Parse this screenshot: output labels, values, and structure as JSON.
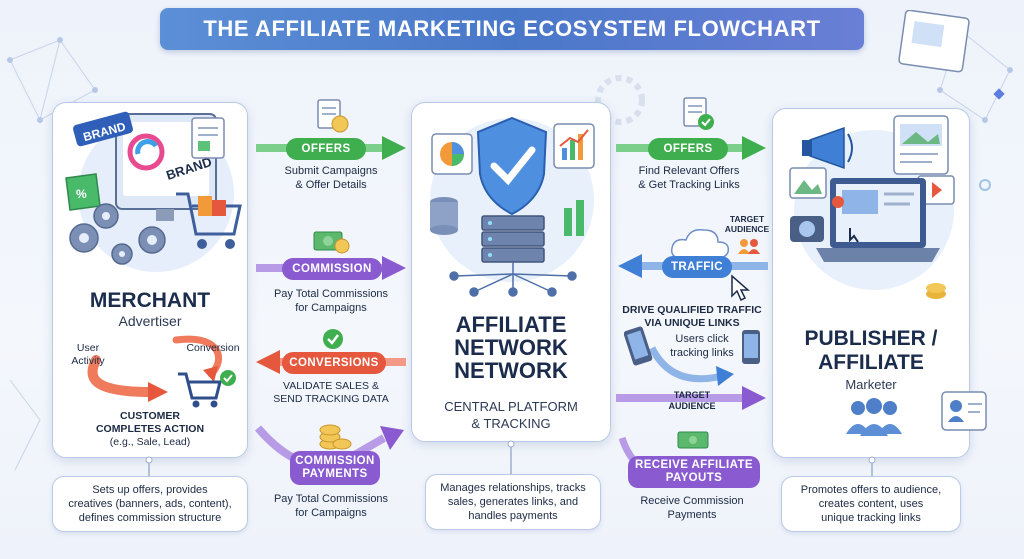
{
  "title": "THE AFFILIATE MARKETING ECOSYSTEM FLOWCHART",
  "merchant": {
    "name": "MERCHANT",
    "role": "Advertiser",
    "brand_label": "BRAND",
    "screen_label": "BRAND",
    "user_activity": "User\nActivity",
    "conversion": "Conversion",
    "completes": "CUSTOMER\nCOMPLETES ACTION",
    "completes_eg": "(e.g., Sale, Lead)",
    "note": "Sets up offers, provides\ncreatives (banners, ads, content),\ndefines commission structure"
  },
  "network": {
    "name": "AFFILIATE\nNETWORK\nNETWORK",
    "role": "CENTRAL PLATFORM\n& TRACKING",
    "note": "Manages relationships, tracks\nsales, generates links, and\nhandles payments"
  },
  "publisher": {
    "name": "PUBLISHER /\nAFFILIATE",
    "role": "Marketer",
    "note": "Promotes offers to audience,\ncreates content, uses\nunique tracking links"
  },
  "left_flows": {
    "offers_label": "OFFERS",
    "offers_caption": "Submit Campaigns\n& Offer Details",
    "commission_label": "COMMISSION",
    "commission_caption": "Pay Total Commissions\nfor Campaigns",
    "conversions_label": "CONVERSIONS",
    "conversions_caption": "VALIDATE SALES &\nSEND TRACKING DATA",
    "payments_label": "COMMISSION\nPAYMENTS",
    "payments_caption": "Pay Total Commissions\nfor Campaigns"
  },
  "right_flows": {
    "offers_label": "OFFERS",
    "offers_caption": "Find Relevant Offers\n& Get Tracking Links",
    "target_audience_top": "TARGET\nAUDIENCE",
    "traffic_label": "TRAFFIC",
    "traffic_caption": "DRIVE QUALIFIED TRAFFIC\nVIA UNIQUE LINKS",
    "users_click": "Users click\ntracking links",
    "target_audience_mid": "TARGET\nAUDIENCE",
    "payout_label": "RECEIVE AFFILIATE\nPAYOUTS",
    "payout_caption": "Receive Commission\nPayments"
  },
  "colors": {
    "green": "#3fae4f",
    "purple": "#8a5bd0",
    "red": "#e5583d",
    "blue": "#3f7fd6",
    "title_bg": "#4a78c9"
  }
}
